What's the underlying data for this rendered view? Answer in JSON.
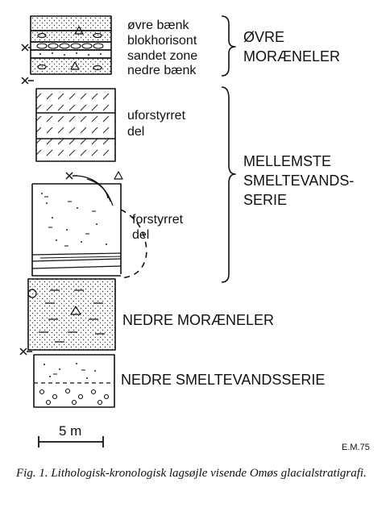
{
  "labels": {
    "ovre_baenk": "øvre bænk",
    "blokhorisont": "blokhorisont",
    "sandet_zone": "sandet zone",
    "nedre_baenk": "nedre bænk",
    "ovre_moraeneler_1": "ØVRE",
    "ovre_moraeneler_2": "MORÆNELER",
    "uforstyrret_1": "uforstyrret",
    "uforstyrret_2": "del",
    "forstyrret_1": "forstyrret",
    "forstyrret_2": "del",
    "mellemste_1": "MELLEMSTE",
    "mellemste_2": "SMELTEVANDS-",
    "mellemste_3": "SERIE",
    "nedre_moraeneler": "NEDRE MORÆNELER",
    "nedre_smeltevandsserie": "NEDRE SMELTEVANDSSERIE"
  },
  "scale_bar": {
    "label": "5 m"
  },
  "signature": "E.M.75",
  "caption": "Fig. 1. Lithologisk-kronologisk lagsøjle visende Omøs glacialstratigrafi.",
  "colors": {
    "ink": "#111111",
    "background": "#ffffff"
  }
}
